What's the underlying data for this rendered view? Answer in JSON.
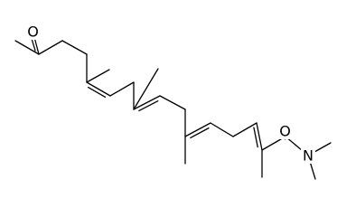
{
  "molecule": {
    "atom_labels": {
      "ketone_oxygen": "O",
      "amide_oxygen": "O",
      "amide_nitrogen": "N"
    },
    "colors": {
      "bond": "#000000",
      "atom_label": "#000000",
      "background": "#ffffff"
    }
  }
}
